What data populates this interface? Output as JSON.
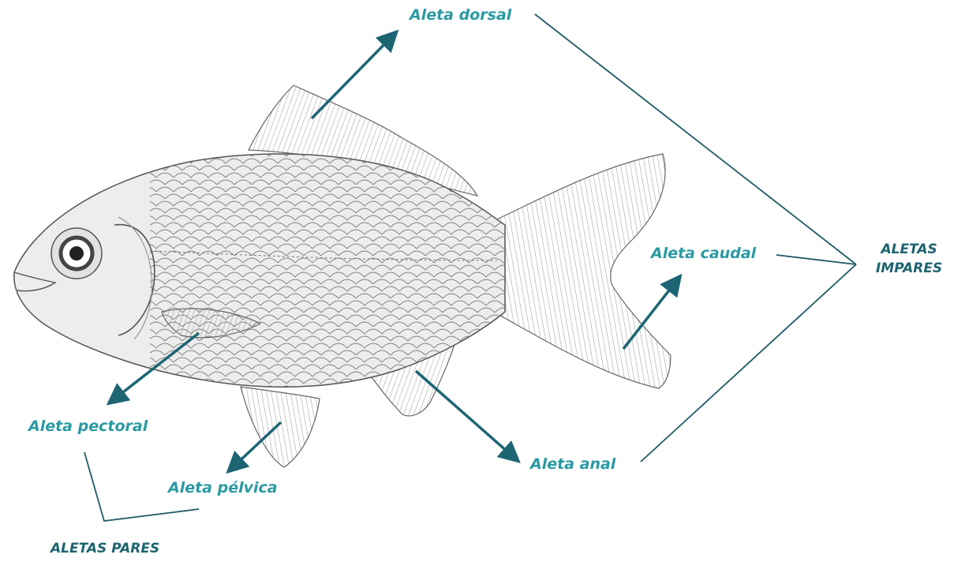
{
  "labels": {
    "dorsal": "Aleta dorsal",
    "caudal": "Aleta caudal",
    "pectoral": "Aleta pectoral",
    "pelvica": "Aleta pélvica",
    "anal": "Aleta anal"
  },
  "groups": {
    "impares_line1": "ALETAS",
    "impares_line2": "IMPARES",
    "pares": "ALETAS PARES"
  },
  "colors": {
    "label": "#2a9aa2",
    "group": "#1d6470",
    "arrow": "#1e6574",
    "line": "#1e5a66",
    "fish_fill": "#efefef",
    "fish_stroke": "#555555",
    "scale": "#6e6e6e",
    "fin_ray": "#7a7a7a"
  }
}
